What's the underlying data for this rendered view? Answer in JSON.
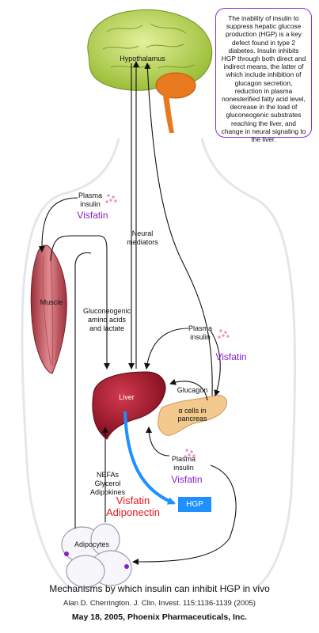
{
  "note": "The inability of insulin to suppress hepatic glucose production (HGP) is a key defect found in type 2 diabetes. Insulin inhibits HGP through both direct and indirect means, the latter of which include inhibition of glucagon secretion, reduction in plasma nonesterified fatty acid level, decrease in the load of gluconeogenic substrates reaching the liver, and change in neural signaling to the liver.",
  "labels": {
    "hypothalamus": "Hypothalamus",
    "muscle": "Muscle",
    "liver": "Liver",
    "alpha_cells": [
      "α cells in",
      "pancreas"
    ],
    "glucagon": "Glucagon",
    "adipocytes": "Adipocytes",
    "hgp": "HGP",
    "neural_mediators": [
      "Neural",
      "mediators"
    ],
    "gluconeogenic": [
      "Gluconeogenic",
      "amino acids",
      "and lactate"
    ],
    "nefas": [
      "NEFAs",
      "Glycerol",
      "Adipokines"
    ],
    "plasma_insulin_1": [
      "Plasma",
      "insulin"
    ],
    "plasma_insulin_2": [
      "Plasma",
      "insulin"
    ],
    "plasma_insulin_3": [
      "Plasma",
      "insulin"
    ],
    "visfatin_1": "Visfatin",
    "visfatin_2": "Visfatin",
    "visfatin_3": "Visfatin",
    "visfatin_red": "Visfatin",
    "adiponectin": "Adiponectin"
  },
  "caption": "Mechanisms by which insulin can inhibit HGP in vivo",
  "citation": "Alan D. Cherrington. J. Clin. Invest. 115:1136-1139 (2005)",
  "footer": "May 18, 2005, Phoenix Pharmaceuticals, Inc.",
  "colors": {
    "visfatin": "#8a1fc9",
    "red_text": "#e01b1b",
    "hgp_box": "#1e90ff",
    "hgp_arrow": "#1e90ff",
    "liver": "#a3122a",
    "brain": "#b9d65a",
    "cerebellum": "#e8791f",
    "note_border": "#8a2be2"
  }
}
